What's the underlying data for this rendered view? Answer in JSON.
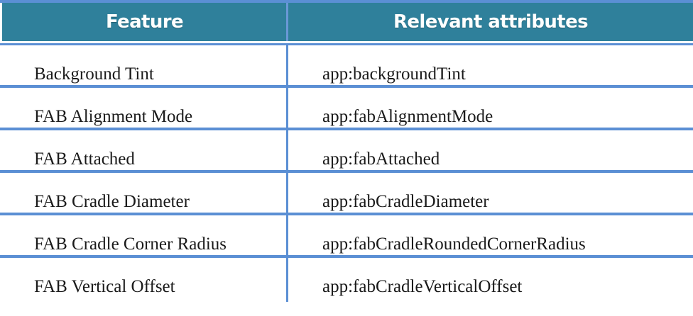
{
  "table": {
    "header": {
      "columns": [
        "Feature",
        "Relevant attributes"
      ]
    },
    "rows": [
      {
        "feature": "Background Tint",
        "attribute": "app:backgroundTint"
      },
      {
        "feature": "FAB Alignment Mode",
        "attribute": "app:fabAlignmentMode"
      },
      {
        "feature": "FAB Attached",
        "attribute": "app:fabAttached"
      },
      {
        "feature": "FAB Cradle Diameter",
        "attribute": "app:fabCradleDiameter"
      },
      {
        "feature": "FAB Cradle Corner Radius",
        "attribute": "app:fabCradleRoundedCornerRadius"
      },
      {
        "feature": "FAB Vertical Offset",
        "attribute": "app:fabCradleVerticalOffset"
      }
    ]
  },
  "colors": {
    "header_background": "#2f809b",
    "header_text": "#ffffff",
    "grid_line": "#5b8fd4",
    "body_text": "#1a1a1a",
    "page_background": "#ffffff"
  }
}
